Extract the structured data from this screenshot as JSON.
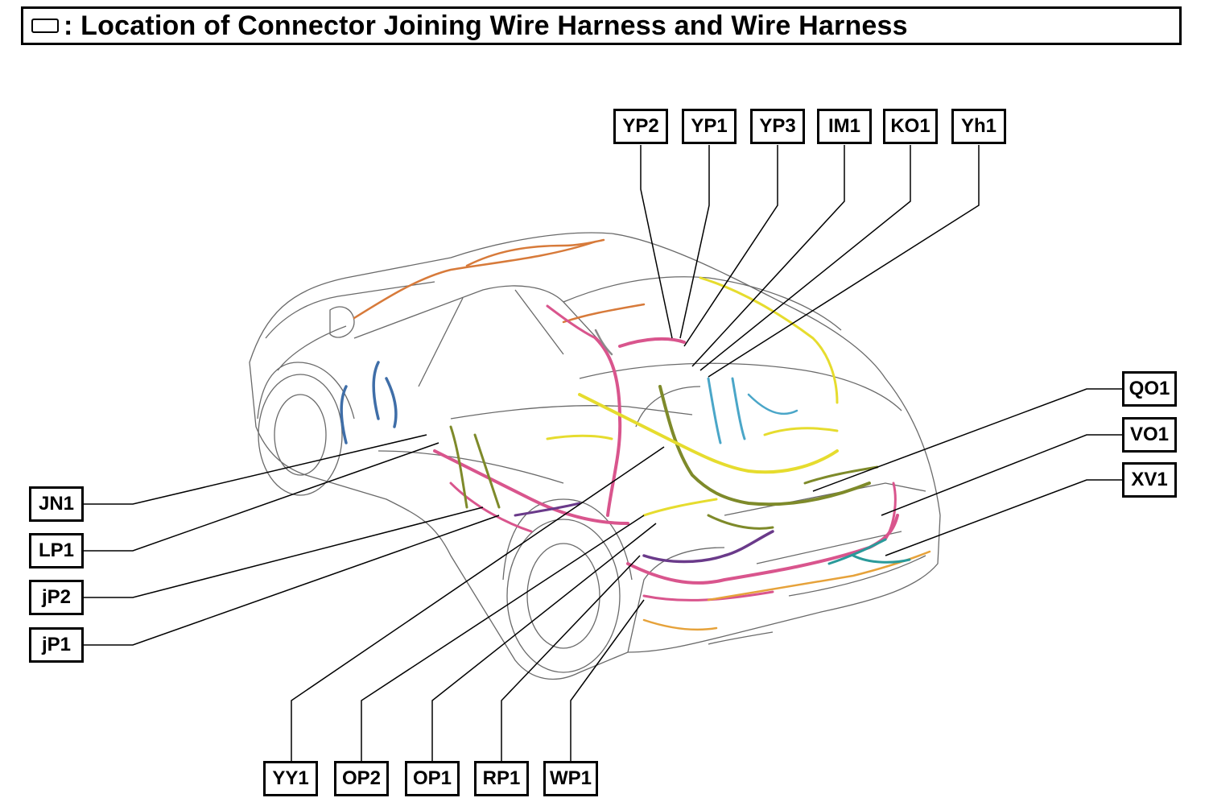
{
  "header": {
    "title_icon": "connector-box-icon",
    "title": ": Location of Connector Joining Wire Harness and Wire Harness"
  },
  "connectors": {
    "top": [
      "YP2",
      "YP1",
      "YP3",
      "IM1",
      "KO1",
      "Yh1"
    ],
    "right": [
      "QO1",
      "VO1",
      "XV1"
    ],
    "left": [
      "JN1",
      "LP1",
      "jP2",
      "jP1"
    ],
    "bottom": [
      "YY1",
      "OP2",
      "OP1",
      "RP1",
      "WP1"
    ]
  },
  "harness_colors": {
    "pink": "#d9558d",
    "olive": "#7e8a2a",
    "yellow": "#e6dc2e",
    "blue": "#3f6ea8",
    "cyan": "#4aa6c8",
    "orange": "#d77a3a",
    "purple": "#6a3a8a",
    "teal": "#2a9a9a",
    "gray": "#8a8a8a"
  }
}
